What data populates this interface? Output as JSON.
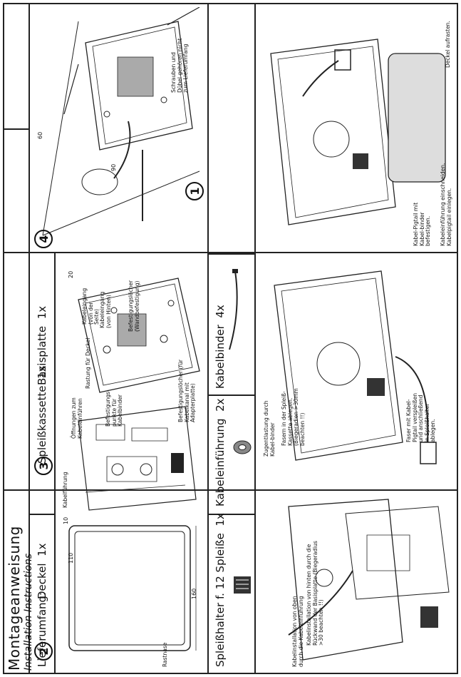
{
  "header": {
    "title": "Montageanweisung",
    "subtitle": "Installation Instructions"
  },
  "scope": {
    "label": "Lieferumfang:",
    "items": [
      {
        "name": "Deckel",
        "qty": "1x"
      },
      {
        "name": "Spleißkassette",
        "qty": "1x"
      },
      {
        "name": "Basisplatte",
        "qty": "1x"
      },
      {
        "name": "Spleißhalter f. 12 Spleiße",
        "qty": "1x"
      },
      {
        "name": "Kabeleinführung",
        "qty": "2x"
      },
      {
        "name": "Kabelbinder",
        "qty": "4x"
      }
    ],
    "dims": {
      "d160": "160",
      "d110": "110",
      "d10": "10",
      "d20": "20"
    },
    "notes": {
      "rastnase": "Rastnase",
      "kabelfuehrung": "Kabelführung",
      "oeffnungen": "Öffnungen zum Kabeleinführen",
      "befestigungspunkte": "Befestigungs-punkte für Kabelbinder",
      "befestigungsloecher_kanal": "Befestigungslöcher (für Kabelkanal mit Adapterplatte)",
      "rastung": "Rastung für Deckel",
      "eingang_seite": "Kabeleingang (von der Seite)",
      "eingang_hinten": "Kabeleingang (von Hinten)",
      "befestigungsloecher_wand": "Befestigungslöcher (Wandbefestigung)"
    }
  },
  "steps": {
    "s1": {
      "num": "1",
      "dim60": "60",
      "dim90": "90",
      "note": "Schrauben und Dübel gehören nicht zum Lieferumfang"
    },
    "s2": {
      "num": "2",
      "note_top": "Kabelinstallation von oben durch die Kabeleinführung",
      "note_back": "Kabelinstallation von hinten durch die Rückwand der Basisplatte (Biegeradius >30 beachten !!)"
    },
    "s3": {
      "num": "3",
      "zug": "Zugentlastung durch Kabel-binder",
      "fasern": "Fasern in der Spleiß-Kassette ablegen. (Biegeradien >30mm beachten !!)",
      "faser_pigtail": "Faser mit Kabel-Pigtail verspleißen und anschließend in Spleißhalter ablegen."
    },
    "s4": {
      "num": "4",
      "deckel": "Deckel aufrasten.",
      "pigtail": "Kabel-Pigtail mit Kabel-binder befestigen.",
      "einschneiden": "Kabeleinführung einschneiden. Kabelpigtail einlegen."
    }
  }
}
